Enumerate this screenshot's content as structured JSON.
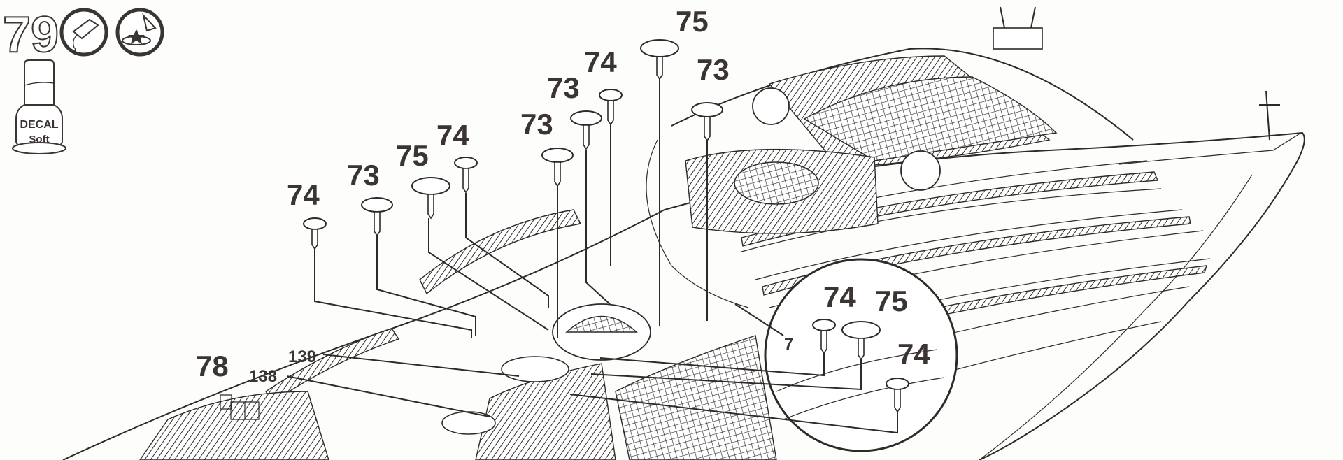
{
  "step": {
    "number": "79",
    "icons": [
      "decal-tag-icon",
      "decal-water-dish-icon"
    ],
    "decal_bottle": {
      "line1": "DECAL",
      "line2": "Soft"
    }
  },
  "parts": {
    "left_row": [
      "74",
      "73",
      "75",
      "74",
      "73",
      "73",
      "74",
      "75",
      "73"
    ],
    "detail": [
      "74",
      "75",
      "74"
    ],
    "other": {
      "p7": "7",
      "p78": "78",
      "p139": "139",
      "p138": "138"
    }
  },
  "colors": {
    "ink": "#2e2a28",
    "paper": "#fdfdfb"
  }
}
